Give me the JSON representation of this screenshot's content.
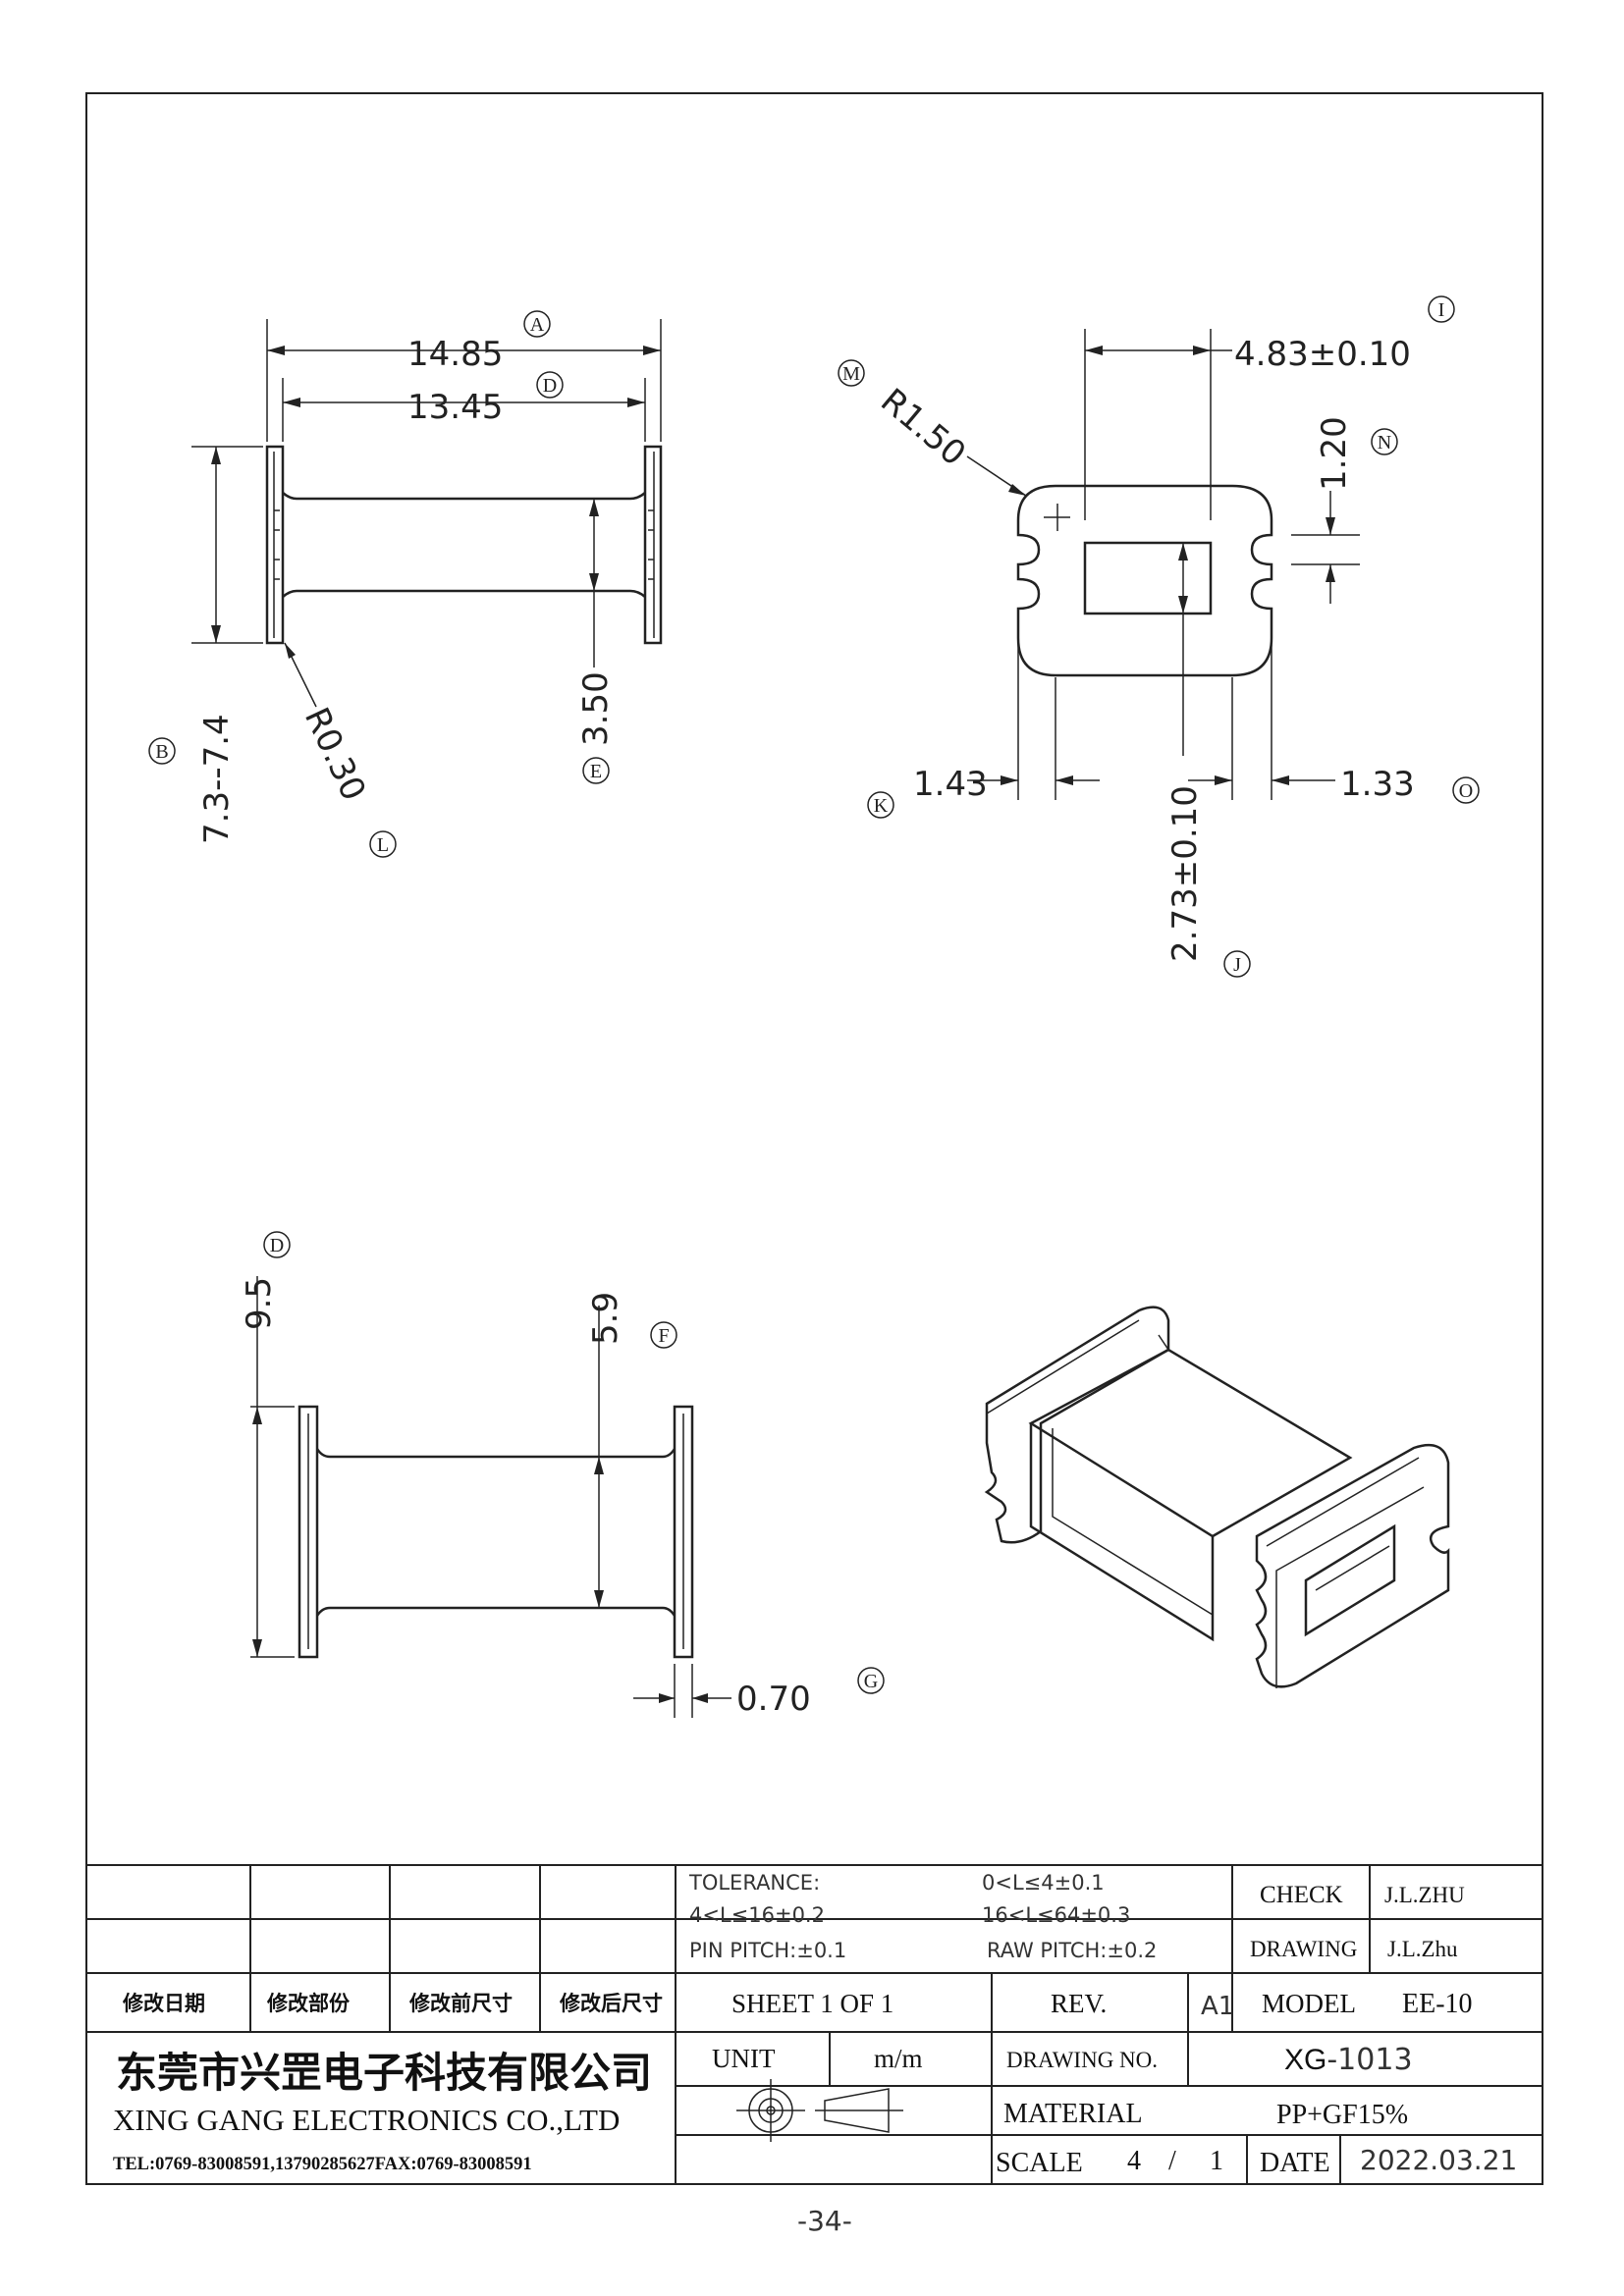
{
  "page_number": "-34-",
  "dimensions": {
    "A": "14.85",
    "D": "13.45",
    "B": "7.3--7.4",
    "E": "3.50",
    "L": "R0.30",
    "M": "R1.50",
    "I": "4.83±0.10",
    "N": "1.20",
    "K": "1.43",
    "O": "1.33",
    "J": "2.73±0.10",
    "D2": "9.5",
    "F": "5.9",
    "G": "0.70"
  },
  "callouts": {
    "A": "A",
    "D": "D",
    "B": "B",
    "E": "E",
    "L": "L",
    "M": "M",
    "I": "I",
    "N": "N",
    "K": "K",
    "O": "O",
    "J": "J",
    "D2": "D",
    "F": "F",
    "G": "G"
  },
  "title_block": {
    "revision_headers": [
      "修改日期",
      "修改部份",
      "修改前尺寸",
      "修改后尺寸"
    ],
    "tolerance_label": "TOLERANCE:",
    "tol_1": "0<L≤4±0.1",
    "tol_2": "4<L≤16±0.2",
    "tol_3": "16<L≤64±0.3",
    "pin_pitch": "PIN PITCH:±0.1",
    "raw_pitch": "RAW PITCH:±0.2",
    "check_label": "CHECK",
    "check_value": "J.L.ZHU",
    "drawing_label": "DRAWING",
    "drawing_value": "J.L.Zhu",
    "sheet": "SHEET 1 OF 1",
    "rev_label": "REV.",
    "rev_value": "A1",
    "model_label": "MODEL",
    "model_value": "EE-10",
    "unit_label": "UNIT",
    "unit_value": "m/m",
    "drawing_no_label": "DRAWING NO.",
    "drawing_no_prefix": "XG",
    "drawing_no_value": "-1013",
    "material_label": "MATERIAL",
    "material_value": "PP+GF15%",
    "scale_label": "SCALE",
    "scale_num": "4",
    "scale_sep": "/",
    "scale_den": "1",
    "date_label": "DATE",
    "date_value": "2022.03.21",
    "company_cn": "东莞市兴罡电子科技有限公司",
    "company_en": "XING GANG ELECTRONICS CO.,LTD",
    "contact": "TEL:0769-83008591,13790285627FAX:0769-83008591"
  }
}
